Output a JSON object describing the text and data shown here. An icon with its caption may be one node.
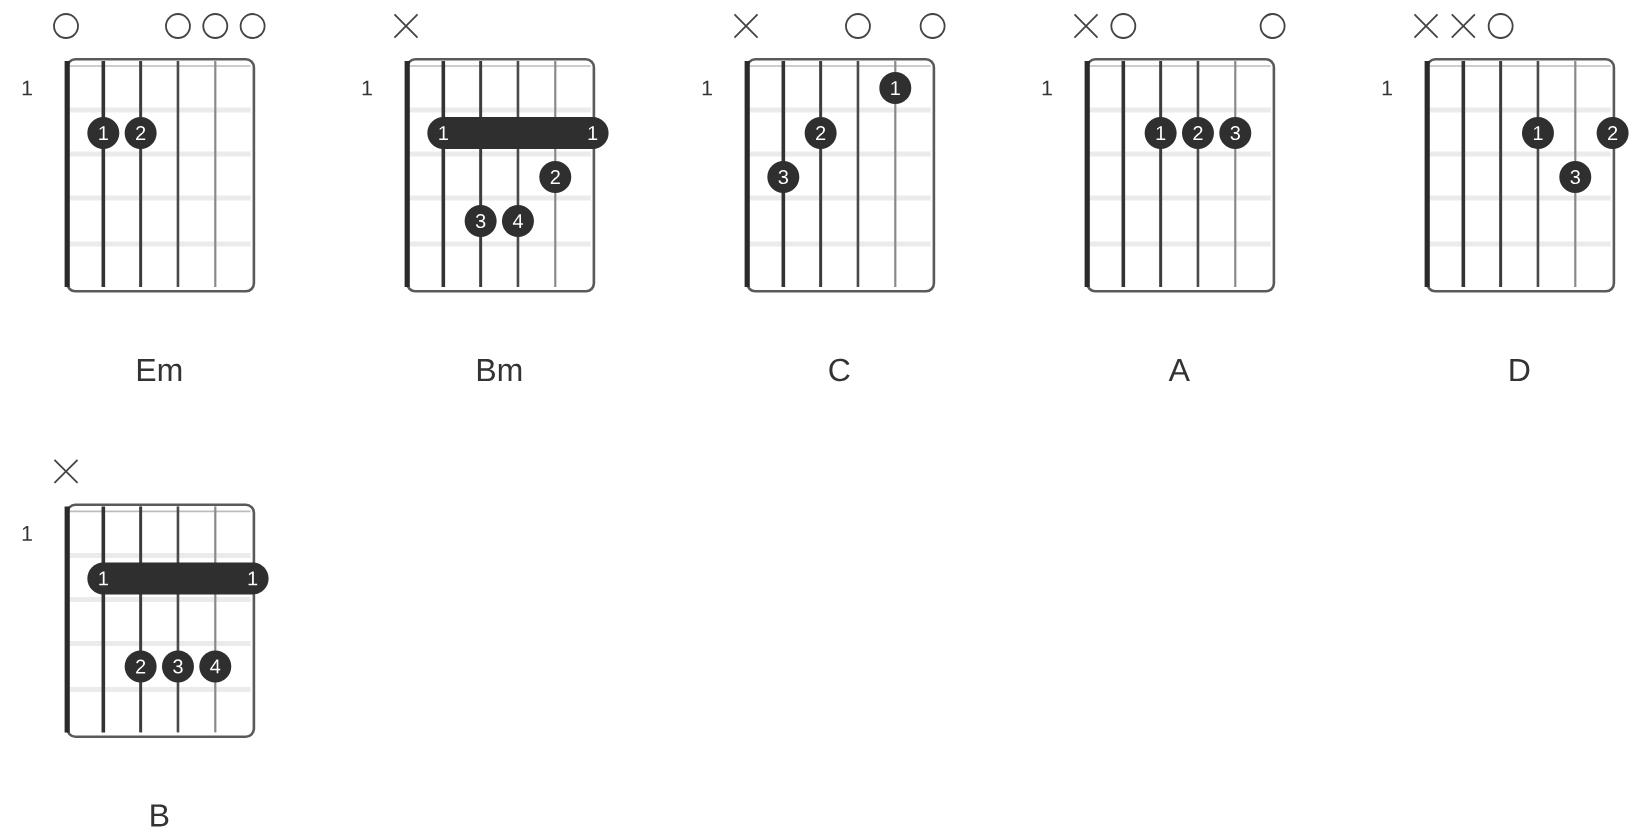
{
  "diagram": {
    "nodes": [
      {
        "text": [],
        "shape": "circle"
      },
      {
        "text": [],
        "shape": "circle"
      },
      {
        "text": [],
        "shape": "circle"
      },
      {
        "text": [],
        "shape": "circle"
      },
      {
        "text": [
          "Em"
        ],
        "beside": [
          "1"
        ]
      },
      {
        "text": [
          "1"
        ],
        "in": 4
      },
      {
        "text": [
          "2"
        ],
        "in": 4
      },
      {
        "text": [],
        "shape": "cross"
      },
      {
        "text": [
          "Bm"
        ],
        "beside": [
          "1"
        ]
      },
      {
        "text": [
          "1",
          "1"
        ],
        "in": 8
      },
      {
        "text": [
          "2"
        ],
        "in": 8
      },
      {
        "text": [
          "3"
        ],
        "in": 8
      },
      {
        "text": [
          "4"
        ],
        "in": 8
      },
      {
        "text": [],
        "shape": "cross"
      },
      {
        "text": [],
        "shape": "circle"
      },
      {
        "text": [],
        "shape": "circle"
      },
      {
        "text": [
          "C"
        ],
        "beside": [
          "1"
        ]
      },
      {
        "text": [
          "1"
        ],
        "in": 16
      },
      {
        "text": [
          "2"
        ],
        "in": 16
      },
      {
        "text": [
          "3"
        ],
        "in": 16
      },
      {
        "text": [],
        "shape": "cross"
      },
      {
        "text": [],
        "shape": "circle"
      },
      {
        "text": [],
        "shape": "circle"
      },
      {
        "text": [
          "A"
        ],
        "beside": [
          "1"
        ]
      },
      {
        "text": [
          "1"
        ],
        "in": 23
      },
      {
        "text": [
          "2"
        ],
        "in": 23
      },
      {
        "text": [
          "3"
        ],
        "in": 23
      },
      {
        "text": [],
        "shape": "cross"
      },
      {
        "text": [],
        "shape": "cross"
      },
      {
        "text": [],
        "shape": "circle"
      },
      {
        "text": [
          "D"
        ],
        "beside": [
          "1"
        ]
      },
      {
        "text": [
          "1"
        ],
        "in": 30
      },
      {
        "text": [
          "2"
        ],
        "in": 30
      },
      {
        "text": [
          "3"
        ],
        "in": 30
      },
      {
        "text": [],
        "shape": "cross"
      },
      {
        "text": [
          "B"
        ],
        "beside": [
          "1"
        ]
      },
      {
        "text": [
          "1",
          "1"
        ],
        "in": 35
      },
      {
        "text": [
          "2"
        ],
        "in": 35
      },
      {
        "text": [
          "3"
        ],
        "in": 35
      },
      {
        "text": [
          "4"
        ],
        "in": 35
      }
    ]
  }
}
